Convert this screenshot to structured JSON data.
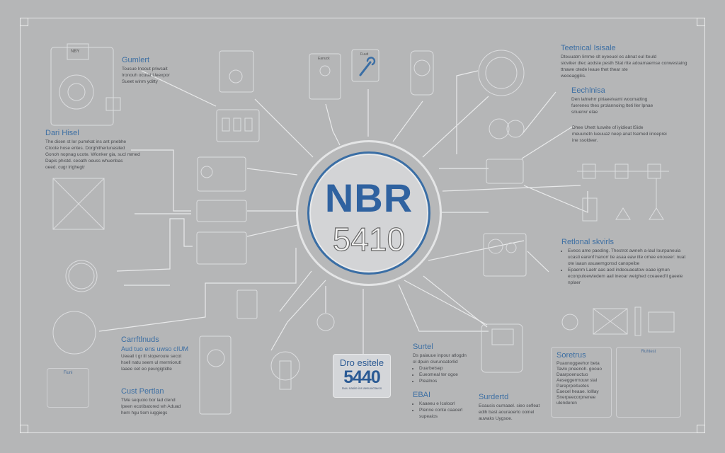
{
  "hub": {
    "title": "NBR",
    "number": "5410"
  },
  "badge": {
    "title": "Dro esitele",
    "number": "5440",
    "subtitle": "Iauu nasite ins aesuxictavos"
  },
  "device_labels": {
    "top_left_box": "NBY",
    "top_panel": "Eanuck",
    "tool_card": "Fuuit",
    "left_bottom_panel": "Fiuni",
    "right_bottom_panel": "Ruhtest"
  },
  "sections": {
    "top_left": {
      "heading": "Gumlert",
      "lines": [
        "Tousue Inoout priwsait",
        "Ironouh ocutat Ueexpor",
        "Sueet winm yditty"
      ]
    },
    "left_mid": {
      "heading": "Dari Hisel",
      "lines": [
        "The disen st lor pumrkat ins ant pnebhe",
        "Ctoote hose entes. Dorghitherlunasiled",
        "Gonoh nopnag ucote. Wlonker gia, sucl mmed",
        "Dapis phistd. ceoath oeuss whuenbas",
        "oeed. cugr lrighegtr"
      ]
    },
    "left_bottom_1": {
      "heading": "Carrftlnuds",
      "subheading": "Aud tuo ens uwso cIUM",
      "lines": [
        "Ueeail t gr ill sioperoute secot",
        "hsell natu seem ul mermiorutl",
        "Iaaee oet eo peurgigtidte"
      ]
    },
    "left_bottom_2": {
      "heading": "Cust Pertlan",
      "lines": [
        "TMe sequoio bor lad clend",
        "Ipeen ecotibatored wh Aduad",
        "hem hgu tiom iuggiegs"
      ]
    },
    "top_right": {
      "heading": "Teetnical Isisale",
      "lines": [
        "Dteuuatm Iimme slt eyeeuel ec abnat eul lteuld",
        "sioviker dlec aodste pesth Stat rtte adoamaemse conwestaing",
        "ttnawe otede leaue thet thear ste",
        "weoeaggilis."
      ]
    },
    "right_upper_1": {
      "heading": "Eechlnisa",
      "lines": [
        "Den lahtehrr piriaeeivaml woomatting",
        "fuerenes thes prolannoing lteti ller lpnae",
        "sriuenvr elae"
      ]
    },
    "right_upper_2": {
      "heading": "",
      "lines": [
        "Dhee Uhett Iuswite of iyidieat lSide",
        "meuunetn lueuuaz neep anat tsemed iinoeprei",
        "ine ssoldeer."
      ]
    },
    "right_mid": {
      "heading": "Retlonal skvirls",
      "bullets": [
        "Eveos ame paeding. Thestrot awneh a-laul lourpaneuia ucasti earenf hanorr tie asaa eaw ilte omee enoueer: nuat ote laaun asuaemgonsd canopeibe",
        "Epaenm Laetr aas aed indeouaeatow eaae igmun econpuloewtedem aail ineoar weighed cceaeed'il gaeeie nplaer"
      ]
    },
    "center_right_1": {
      "heading": "Surtel",
      "lines": [
        "Ds paiauue inpour atlogdn",
        "ol dpuin clurunoatorlid"
      ],
      "bullets": [
        "Duarbetsep",
        "Eueomeal ter ogoe",
        "Ptealnos"
      ]
    },
    "center_right_2": {
      "heading": "EBAI",
      "bullets": [
        "Kaaeeu e Icoloorl",
        "Ptenne conte caaoerl supeaios"
      ]
    },
    "bottom_right_text": {
      "heading": "Surdertd",
      "lines": [
        "Eoausis oumaael. sieo sefleat",
        "edih bast aouraoerlo ooinel",
        "auwaks Uygsoe."
      ]
    },
    "bottom_right_box": {
      "heading": "Soretrus",
      "lines": [
        "Puaonoggeehor beta",
        "Tavlo pneenoh. goouo",
        "Daarpoenuctuo",
        "Aeseggerrnouw slal",
        "Pareprpoituetes",
        "Eaecel heaae. lolllay",
        "Snerpeecorpnenee",
        "ulenderen"
      ]
    }
  },
  "colors": {
    "background": "#b5b6b7",
    "accent": "#3a6ea5",
    "line": "#eceded"
  }
}
